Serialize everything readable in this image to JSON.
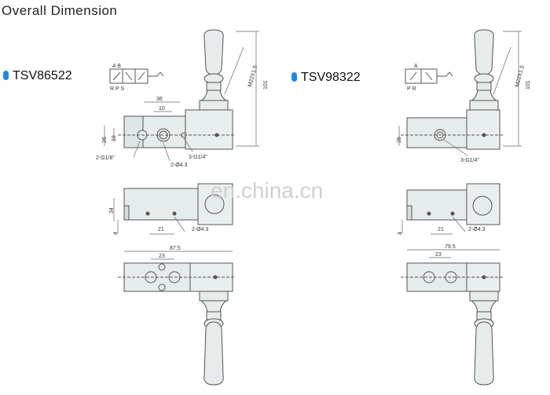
{
  "header": {
    "title": "Overall Dimension"
  },
  "models": [
    {
      "label": "TSV86522"
    },
    {
      "label": "TSV98322"
    }
  ],
  "watermark": "en.china.cn",
  "left_drawing": {
    "symbol_ports_top": "A B",
    "symbol_ports_bottom": "R P S",
    "dims": {
      "width_36": "36",
      "width_10": "10",
      "height_26": "26",
      "height_19": "19",
      "port_2g18": "2-G1/8\"",
      "port_3g14": "3-G1/4\"",
      "hole_2d43": "2-Ø4.3",
      "thread_m22": "M22X1.5",
      "height_101": "101",
      "side_34": "34",
      "side_4": "4",
      "side_21": "21",
      "side_hole": "2-Ø4.3",
      "len_875": "87.5",
      "len_23": "23"
    }
  },
  "right_drawing": {
    "symbol_ports_top": "A",
    "symbol_ports_bottom": "P R",
    "dims": {
      "height_26": "26",
      "port_3g14": "3-G1/4\"",
      "thread_m22": "M22X1.5",
      "height_101": "101",
      "side_4": "4",
      "side_21": "21",
      "side_hole": "2-Ø4.3",
      "len_795": "79.5",
      "len_23": "23"
    }
  },
  "colors": {
    "accent": "#1e88e5",
    "body_fill": "#e6ecec",
    "line": "#555555"
  }
}
